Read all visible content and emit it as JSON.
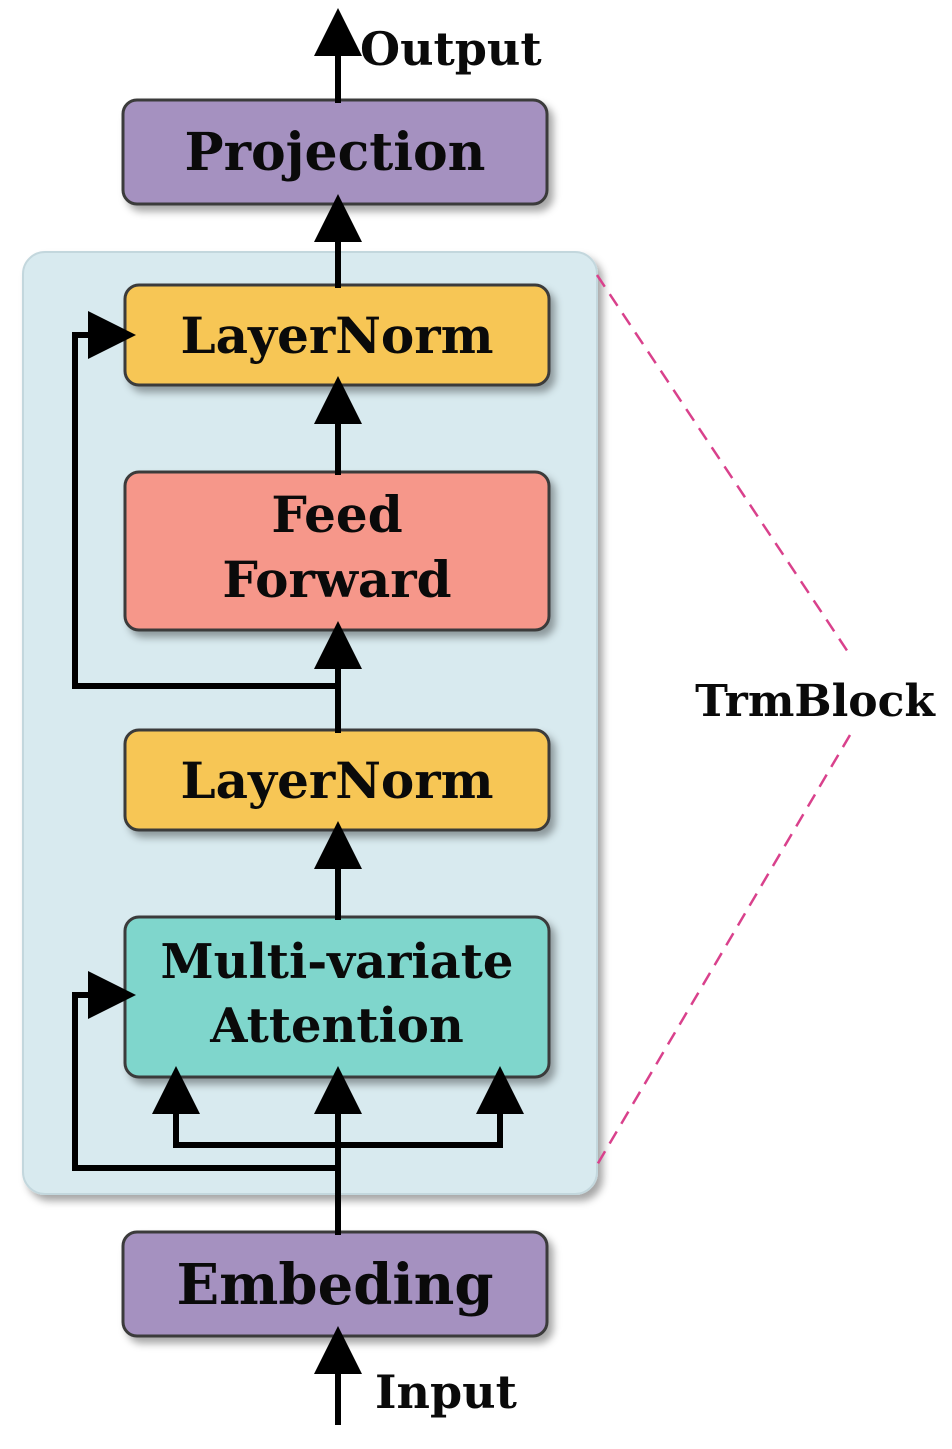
{
  "diagram": {
    "output_label": "Output",
    "input_label": "Input",
    "block_label": "TrmBlock",
    "projection": {
      "label": "Projection",
      "color": "#a591c0"
    },
    "layernorm_top": {
      "label": "LayerNorm",
      "color": "#f7c655"
    },
    "feed_forward": {
      "line1": "Feed",
      "line2": "Forward",
      "color": "#f6978a"
    },
    "layernorm_bottom": {
      "label": "LayerNorm",
      "color": "#f7c655"
    },
    "attention": {
      "line1": "Multi-variate",
      "line2": "Attention",
      "color": "#7fd6cc"
    },
    "embedding": {
      "label": "Embeding",
      "color": "#a591c0"
    },
    "container_color": "#d8eaef",
    "dashed_color": "#d9418c"
  }
}
